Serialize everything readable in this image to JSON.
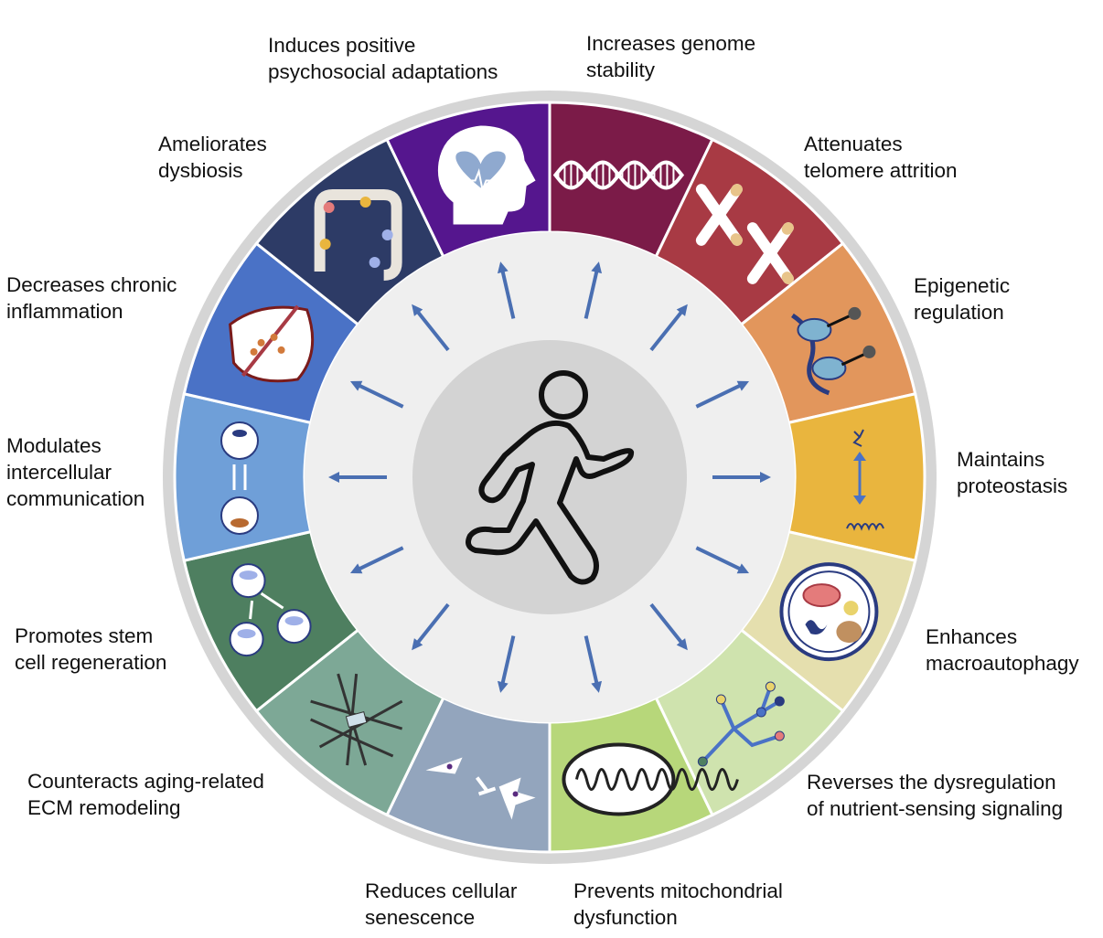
{
  "segments": [
    {
      "label_lines": [
        "Increases genome",
        "stability"
      ],
      "color": "#7b1b48",
      "icon": "dna-icon"
    },
    {
      "label_lines": [
        "Attenuates",
        "telomere attrition"
      ],
      "color": "#a83a44",
      "icon": "chromosome-icon"
    },
    {
      "label_lines": [
        "Epigenetic",
        "regulation"
      ],
      "color": "#e2965c",
      "icon": "nucleosome-icon"
    },
    {
      "label_lines": [
        "Maintains",
        "proteostasis"
      ],
      "color": "#e9b53e",
      "icon": "protein-folding-icon"
    },
    {
      "label_lines": [
        "Enhances",
        "macroautophagy"
      ],
      "color": "#e5dfae",
      "icon": "autophagosome-icon"
    },
    {
      "label_lines": [
        "Reverses the dysregulation",
        "of nutrient-sensing signaling"
      ],
      "color": "#cfe3ae",
      "icon": "signaling-network-icon"
    },
    {
      "label_lines": [
        "Prevents mitochondrial",
        "dysfunction"
      ],
      "color": "#b7d77a",
      "icon": "mitochondrion-icon"
    },
    {
      "label_lines": [
        "Reduces cellular",
        "senescence"
      ],
      "color": "#93a5bd",
      "icon": "senescent-cell-icon"
    },
    {
      "label_lines": [
        "Counteracts aging-related",
        "ECM remodeling"
      ],
      "color": "#7da896",
      "icon": "ecm-fibers-icon"
    },
    {
      "label_lines": [
        "Promotes stem",
        "cell regeneration"
      ],
      "color": "#4e7f60",
      "icon": "stem-cell-icon"
    },
    {
      "label_lines": [
        "Modulates",
        "intercellular",
        "communication"
      ],
      "color": "#6f9fd8",
      "icon": "cell-communication-icon"
    },
    {
      "label_lines": [
        "Decreases chronic",
        "inflammation"
      ],
      "color": "#4a72c6",
      "icon": "inflamed-cell-icon"
    },
    {
      "label_lines": [
        "Ameliorates",
        "dysbiosis"
      ],
      "color": "#2d3b66",
      "icon": "gut-microbiome-icon"
    },
    {
      "label_lines": [
        "Induces positive",
        "psychosocial adaptations"
      ],
      "color": "#55168e",
      "icon": "head-heart-icon"
    }
  ],
  "center": {
    "icon": "running-person-icon"
  },
  "colors": {
    "outer_ring": "#d5d5d5",
    "inner_disk": "#efefef",
    "core_disk": "#d3d3d3",
    "arrow": "#4a6fb2"
  }
}
